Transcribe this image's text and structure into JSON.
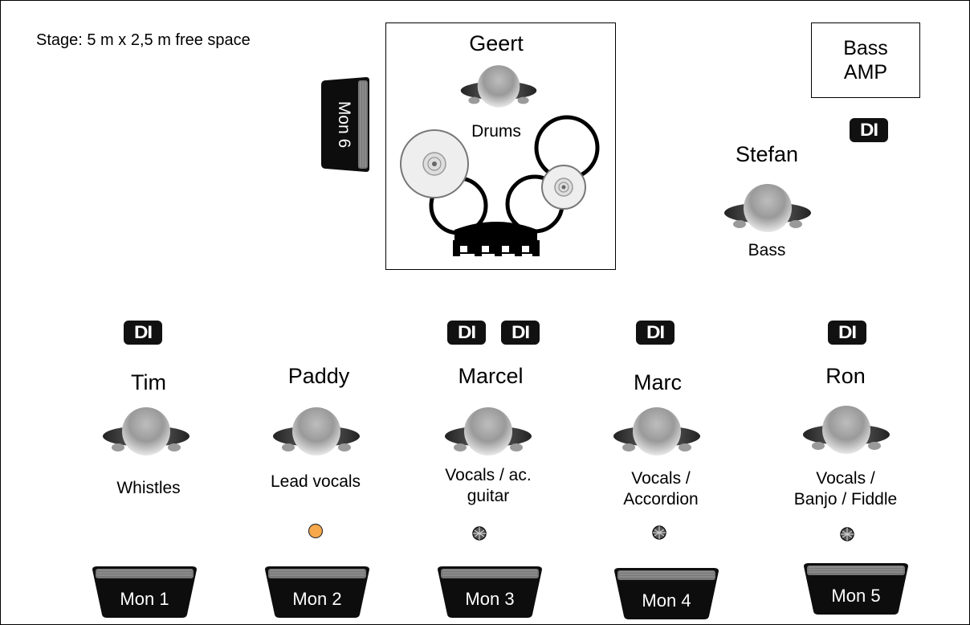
{
  "stage_note": "Stage: 5 m x 2,5 m free space",
  "drummer": {
    "name": "Geert",
    "role": "Drums"
  },
  "bass_amp": {
    "line1": "Bass",
    "line2": "AMP"
  },
  "bassist": {
    "name": "Stefan",
    "role": "Bass"
  },
  "di_label": "DI",
  "side_monitor": {
    "label": "Mon 6"
  },
  "players": [
    {
      "name": "Tim",
      "role_line1": "Whistles",
      "role_line2": "",
      "monitor": "Mon 1"
    },
    {
      "name": "Paddy",
      "role_line1": "Lead vocals",
      "role_line2": "",
      "monitor": "Mon 2",
      "mic": "vocal-mic-orange"
    },
    {
      "name": "Marcel",
      "role_line1": "Vocals / ac.",
      "role_line2": "guitar",
      "monitor": "Mon 3",
      "mic": "vocal-mic"
    },
    {
      "name": "Marc",
      "role_line1": "Vocals /",
      "role_line2": "Accordion",
      "monitor": "Mon 4",
      "mic": "vocal-mic"
    },
    {
      "name": "Ron",
      "role_line1": "Vocals /",
      "role_line2": "Banjo / Fiddle",
      "monitor": "Mon 5",
      "mic": "vocal-mic"
    }
  ],
  "colors": {
    "lead_mic": "#f7a84a",
    "box": "#111111"
  }
}
